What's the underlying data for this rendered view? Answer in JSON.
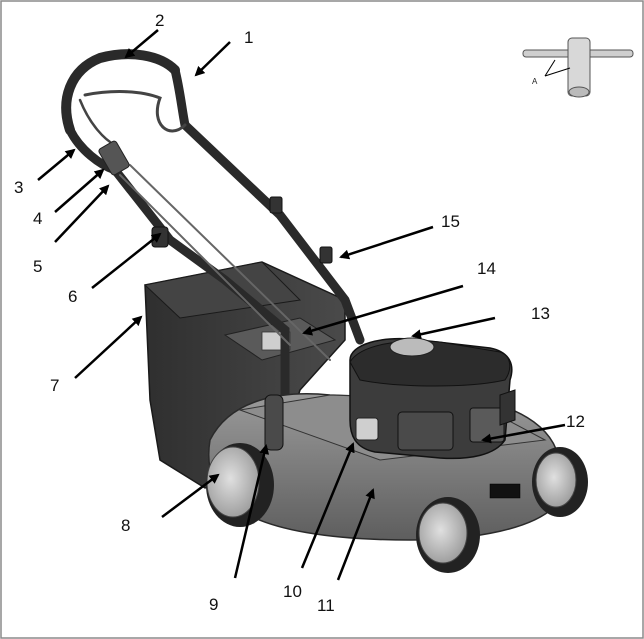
{
  "diagram": {
    "callouts": [
      {
        "id": "1",
        "label": "1"
      },
      {
        "id": "2",
        "label": "2"
      },
      {
        "id": "3",
        "label": "3"
      },
      {
        "id": "4",
        "label": "4"
      },
      {
        "id": "5",
        "label": "5"
      },
      {
        "id": "6",
        "label": "6"
      },
      {
        "id": "7",
        "label": "7"
      },
      {
        "id": "8",
        "label": "8"
      },
      {
        "id": "9",
        "label": "9"
      },
      {
        "id": "10",
        "label": "10"
      },
      {
        "id": "11",
        "label": "11"
      },
      {
        "id": "12",
        "label": "12"
      },
      {
        "id": "13",
        "label": "13"
      },
      {
        "id": "14",
        "label": "14"
      },
      {
        "id": "15",
        "label": "15"
      }
    ],
    "inset": {
      "label": "A"
    }
  },
  "colors": {
    "frame": "#8a8a8a",
    "body": "#7d7d7d",
    "body_dark": "#3c3c3c",
    "grass_bag": "#3a3a3a",
    "handle": "#2a2a2a",
    "wheel": "#bdbdbd",
    "tire": "#222222"
  }
}
